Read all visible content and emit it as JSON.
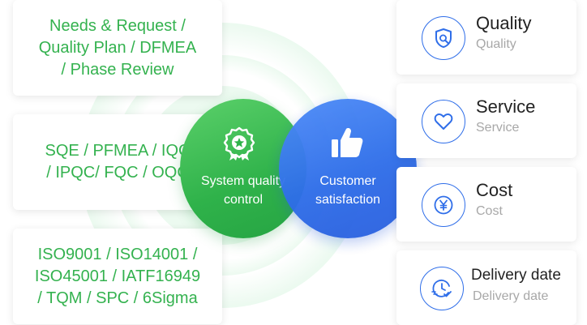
{
  "left_cards": [
    {
      "text": "Needs & Request /\nQuality Plan / DFMEA\n/ Phase Review"
    },
    {
      "text": "SQE / PFMEA / IQC\n/ IPQC/ FQC / OQC"
    },
    {
      "text": "ISO9001 / ISO14001 /\nISO45001 / IATF16949\n/ TQM / SPC / 6Sigma"
    }
  ],
  "center": {
    "green_circle": {
      "label_line1": "System quality",
      "label_line2": "control",
      "icon": "award-medal-icon"
    },
    "blue_circle": {
      "label_line1": "Customer",
      "label_line2": "satisfaction",
      "icon": "thumbs-up-icon"
    }
  },
  "right_cards": [
    {
      "title": "Quality",
      "subtitle": "Quality",
      "icon": "shield-search-icon"
    },
    {
      "title": "Service",
      "subtitle": "Service",
      "icon": "heart-icon"
    },
    {
      "title": "Cost",
      "subtitle": "Cost",
      "icon": "yen-coin-icon"
    },
    {
      "title": "Delivery date",
      "subtitle": "Delivery date",
      "icon": "clock-check-icon"
    }
  ],
  "colors": {
    "green_text": "#34b24f",
    "green_circle": "#2fb24a",
    "blue_circle": "#2f6ee9",
    "icon_blue": "#2f6ee9",
    "subtitle_gray": "#a8a8a8"
  }
}
